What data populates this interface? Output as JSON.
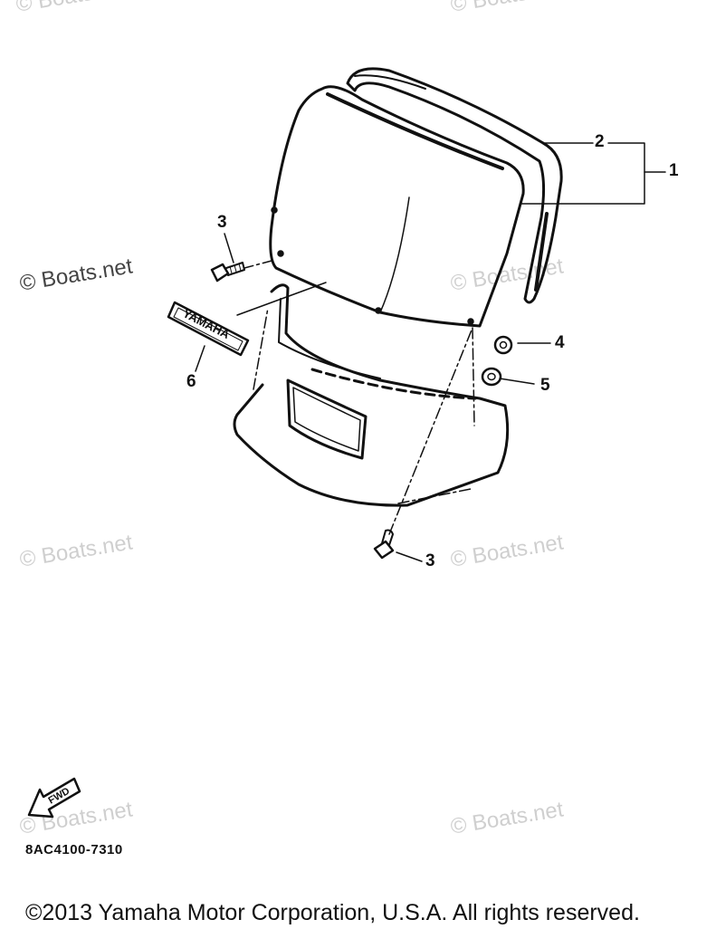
{
  "callouts": {
    "p1": "1",
    "p2": "2",
    "p3_upper": "3",
    "p3_lower": "3",
    "p4": "4",
    "p5": "5",
    "p6": "6"
  },
  "emblem_text": "YAMAHA",
  "fwd_label": "FWD",
  "drawing_code": "8AC4100-7310",
  "copyright": "©2013 Yamaha Motor Corporation, U.S.A. All rights reserved.",
  "watermark": "© Boats.net",
  "colors": {
    "line": "#111111",
    "watermark": "#cfcfcf"
  }
}
